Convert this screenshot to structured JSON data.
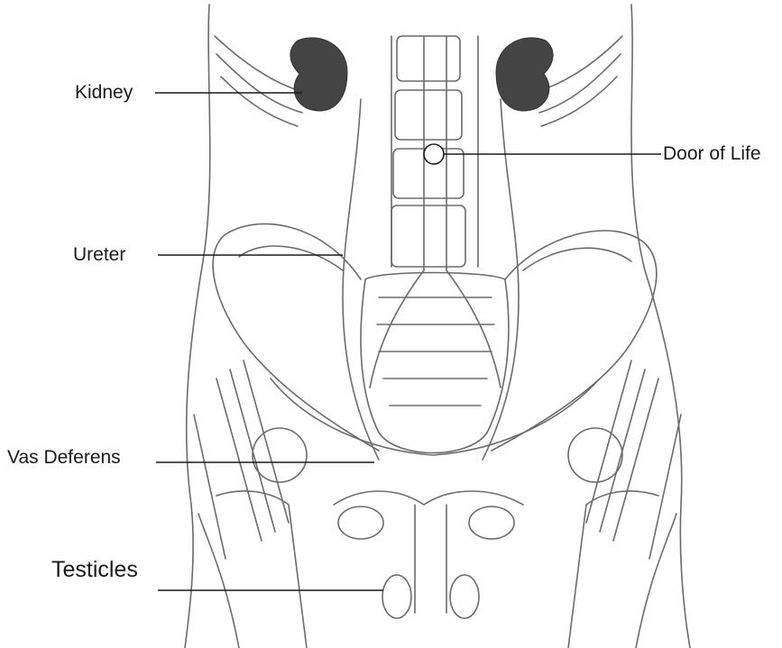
{
  "diagram": {
    "labels": {
      "kidney": "Kidney",
      "door_of_life": "Door of Life",
      "ureter": "Ureter",
      "vas_deferens": "Vas Deferens",
      "testicles": "Testicles"
    },
    "colors": {
      "line": "#1a1a1a",
      "sketch": "#6b6b6b",
      "shade": "#444444"
    }
  }
}
